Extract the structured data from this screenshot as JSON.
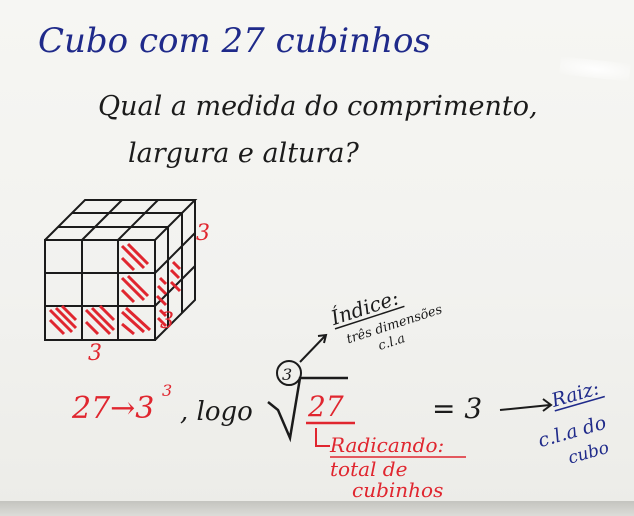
{
  "board": {
    "title": "Cubo com 27 cubinhos",
    "question_line1": "Qual a medida do comprimento,",
    "question_line2": "largura e altura?"
  },
  "cube_labels": {
    "side_right_top": "3",
    "side_right_bottom": "3",
    "bottom": "3"
  },
  "equation": {
    "left": "27→3",
    "left_exponent": "3",
    "logo": ", logo",
    "index": "3",
    "radicand": "27",
    "equals": "= 3"
  },
  "annotations": {
    "indice_title": "Índice:",
    "indice_line1": "três dimensões",
    "indice_line2": "c.l.a",
    "radicando_title": "Radicando:",
    "radicando_line1": "total de",
    "radicando_line2": "cubinhos",
    "raiz_title": "Raiz:",
    "raiz_line1": "c.l.a do",
    "raiz_line2": "cubo"
  },
  "colors": {
    "blue_marker": "#1f2a8a",
    "black_marker": "#1b1b1b",
    "red_marker": "#e0262f"
  }
}
